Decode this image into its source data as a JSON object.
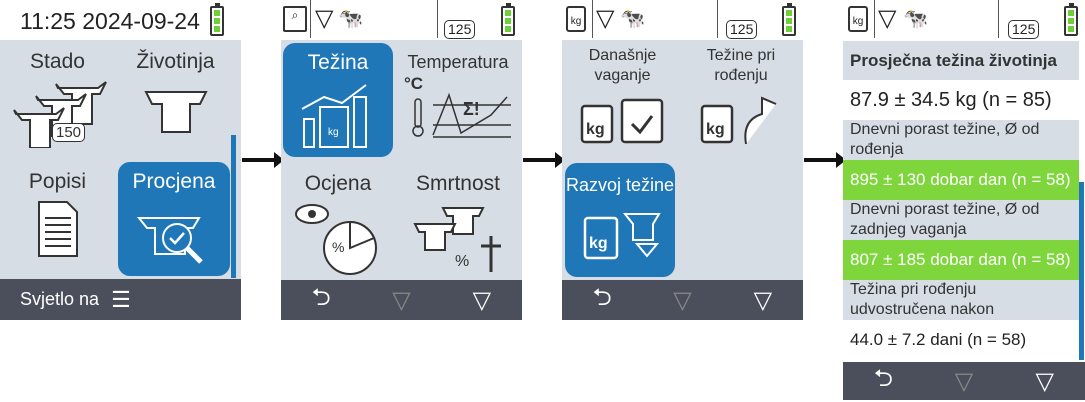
{
  "panel1": {
    "time": "11:25 2024-09-24",
    "tiles": [
      {
        "label": "Stado",
        "badge": "150"
      },
      {
        "label": "Životinja"
      },
      {
        "label": "Popisi"
      },
      {
        "label": "Procjena"
      }
    ],
    "bottom_label": "Svjetlo na"
  },
  "panel2": {
    "herd_count": "125",
    "tiles": [
      {
        "label": "Težina"
      },
      {
        "label": "Temperatura",
        "unit": "°C"
      },
      {
        "label": "Ocjena"
      },
      {
        "label": "Smrtnost"
      }
    ]
  },
  "panel3": {
    "herd_count": "125",
    "tiles": [
      {
        "label": "Današnje vaganje"
      },
      {
        "label": "Težine pri rođenju"
      },
      {
        "label": "Razvoj težine"
      }
    ],
    "kg": "kg"
  },
  "panel4": {
    "herd_count": "125",
    "title": "Prosječna težina životinja",
    "avg": "87.9 ± 34.5 kg (n = 85)",
    "rows": [
      {
        "label": "Dnevni porast težine, Ø od rođenja",
        "value": "895 ± 130 dobar dan (n = 58)"
      },
      {
        "label": "Dnevni porast težine, Ø od zadnjeg vaganja",
        "value": "807 ± 185 dobar dan (n = 58)"
      },
      {
        "label": "Težina pri rođenju udvostručena nakon",
        "value": "44.0 ± 7.2 dani (n = 58)"
      }
    ]
  },
  "colors": {
    "accent": "#1f77b8",
    "green": "#7ed63c",
    "bar": "#4b4f5b",
    "panel": "#d6dde5"
  }
}
